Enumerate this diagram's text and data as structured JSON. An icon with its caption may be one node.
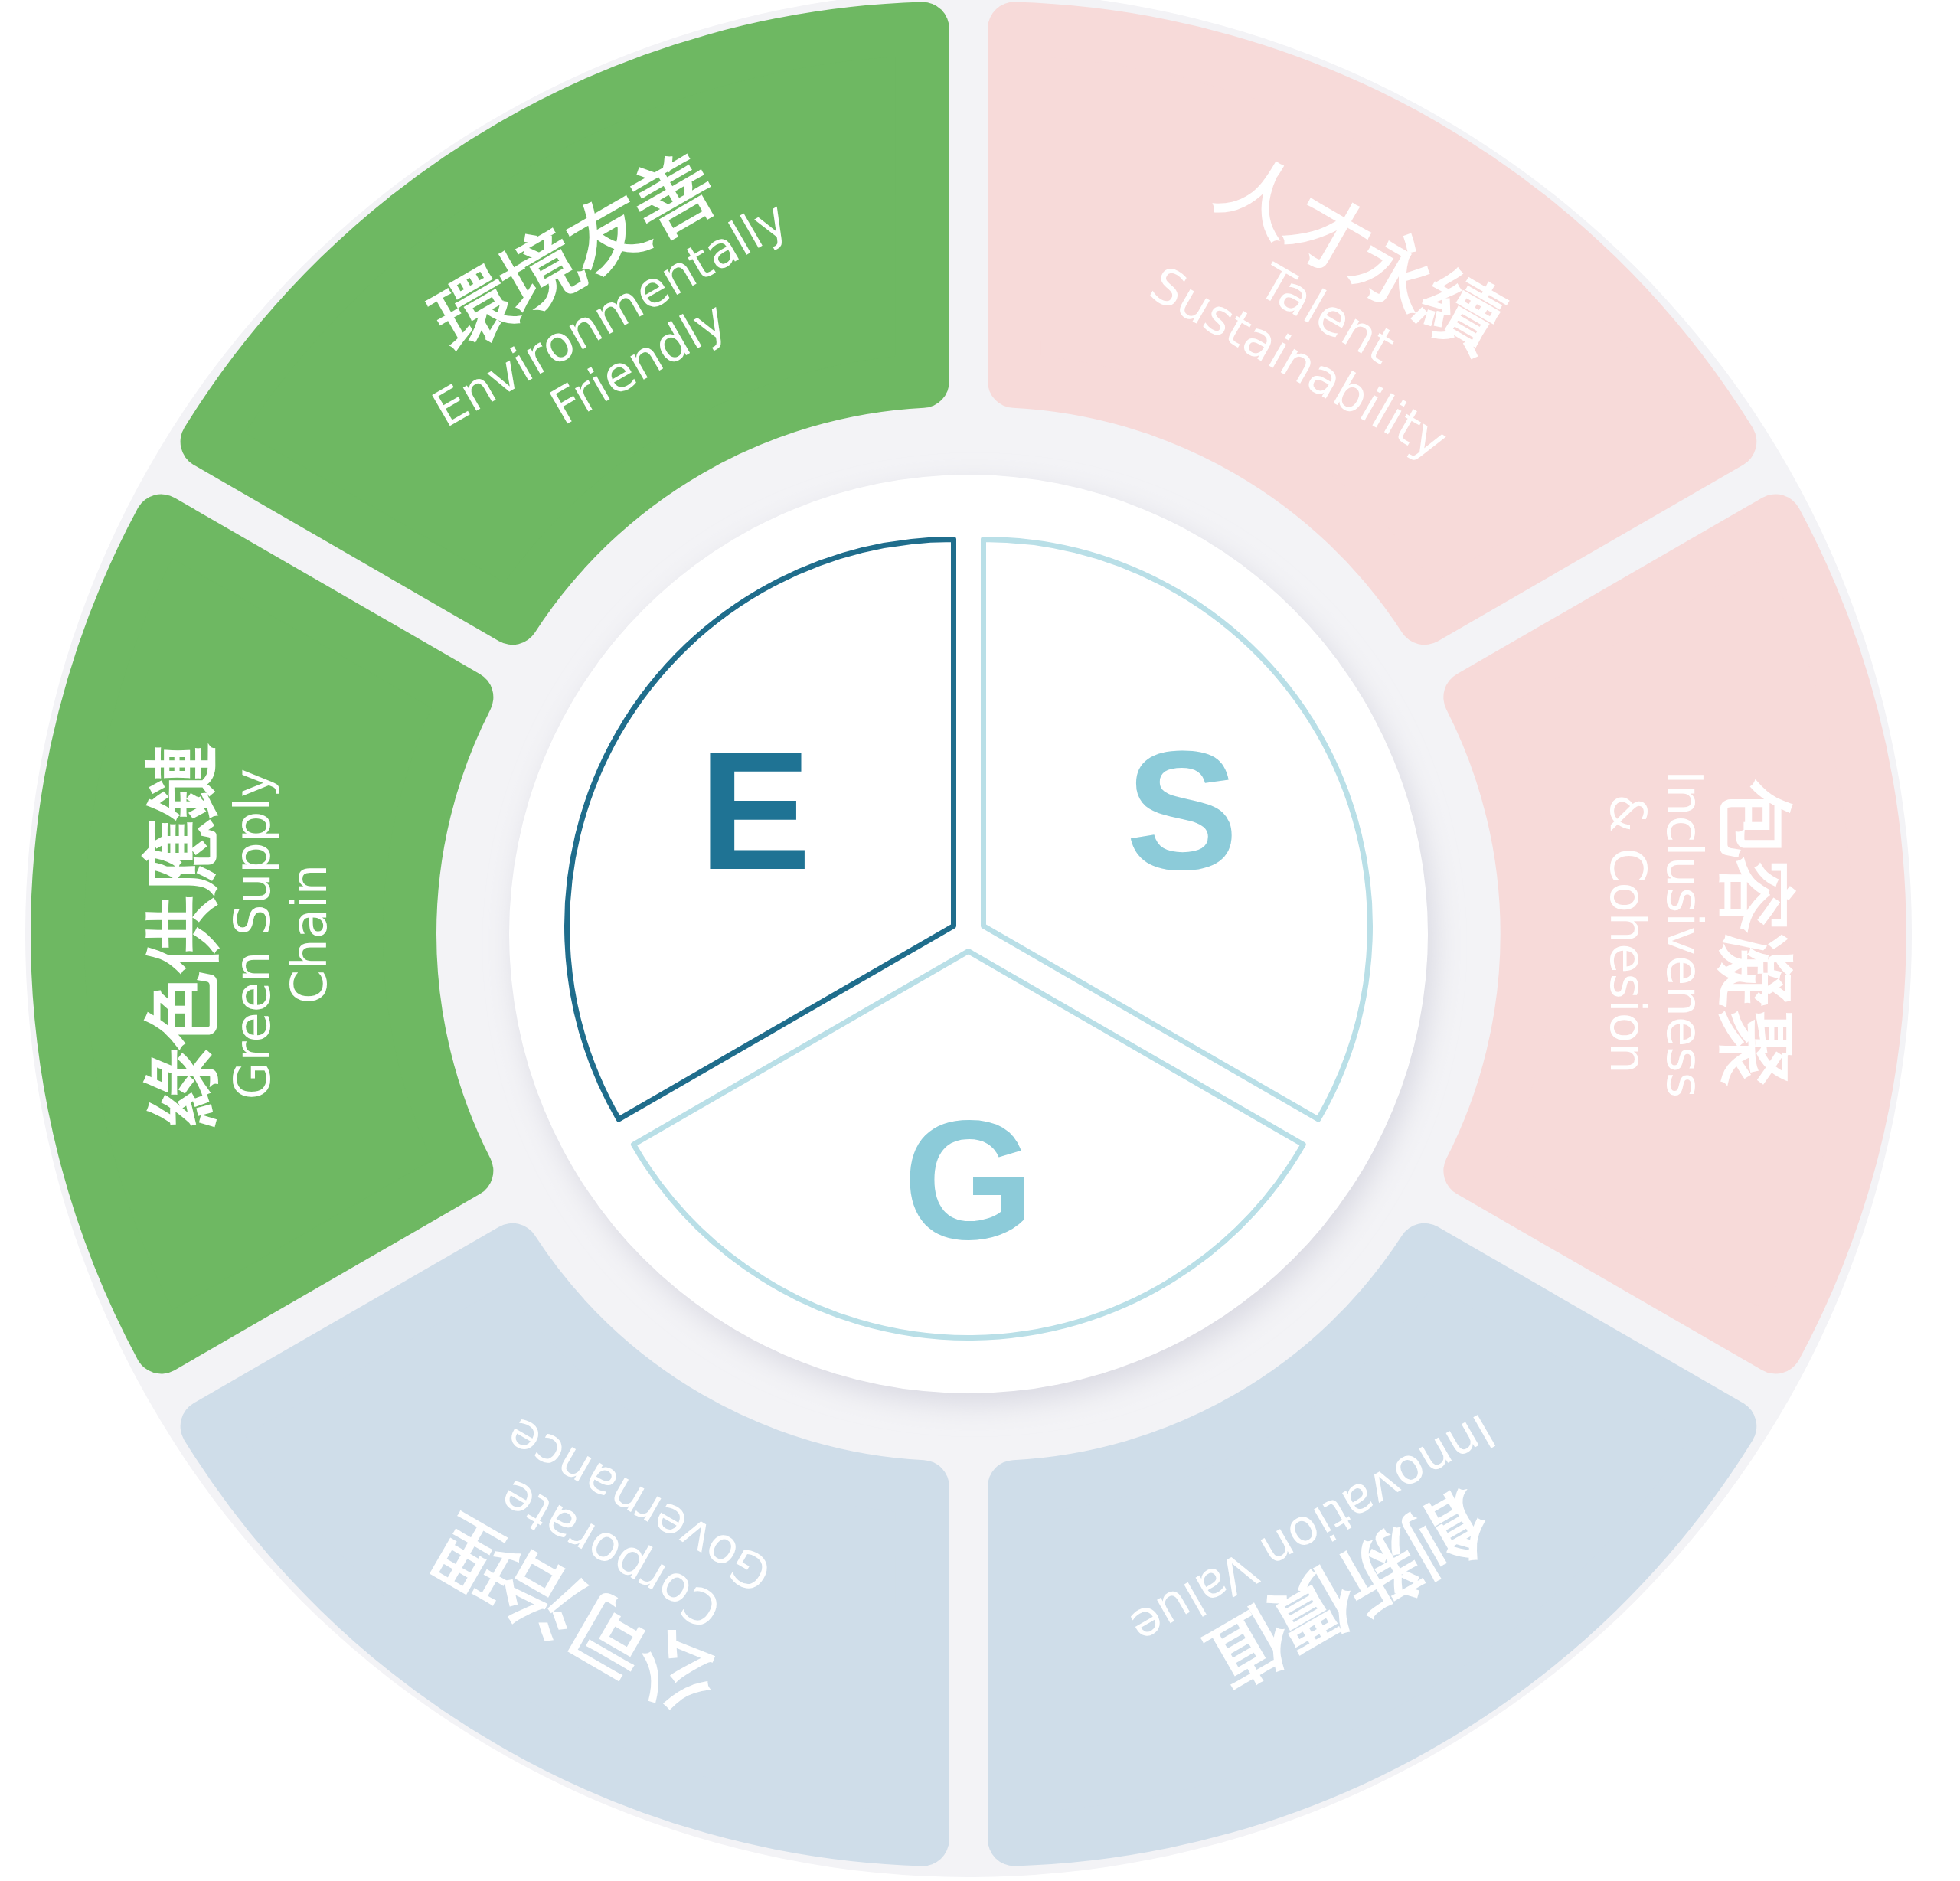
{
  "diagram": {
    "nodes": [
      {
        "text": [
          "環境友善",
          "Environmentally Friendly"
        ]
      },
      {
        "text": [
          "人才永續",
          "Talent Sustainability"
        ]
      },
      {
        "text": [
          "包容凝聚",
          "Inclusiveness & Cohesion"
        ]
      },
      {
        "text": [
          "創新價值",
          "Innovation Value"
        ]
      },
      {
        "text": [
          "公司治理",
          "Corporate Governance"
        ]
      },
      {
        "text": [
          "綠色供應鏈",
          "Green Supply Chain"
        ]
      },
      {
        "text": [
          "E"
        ]
      },
      {
        "text": [
          "S"
        ]
      },
      {
        "text": [
          "G"
        ]
      }
    ]
  }
}
